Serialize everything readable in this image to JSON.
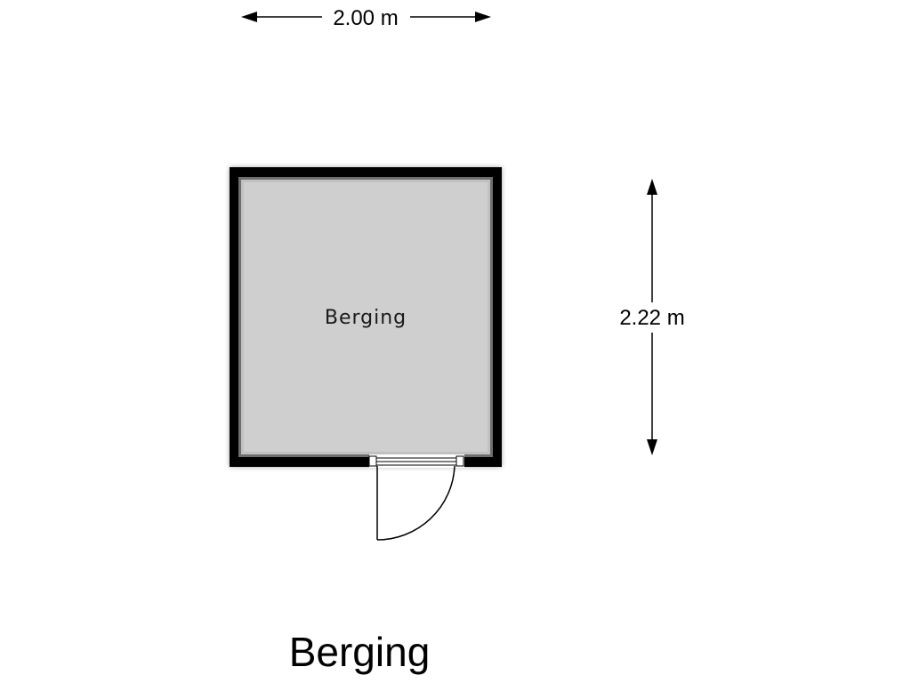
{
  "floorplan": {
    "title": "Berging",
    "rooms": [
      {
        "label": "Berging"
      }
    ],
    "dimensions": {
      "width": "2.00 m",
      "height": "2.22 m"
    },
    "colors": {
      "wall": "#000000",
      "floor": "#cfcfcf",
      "background": "#ffffff"
    }
  }
}
